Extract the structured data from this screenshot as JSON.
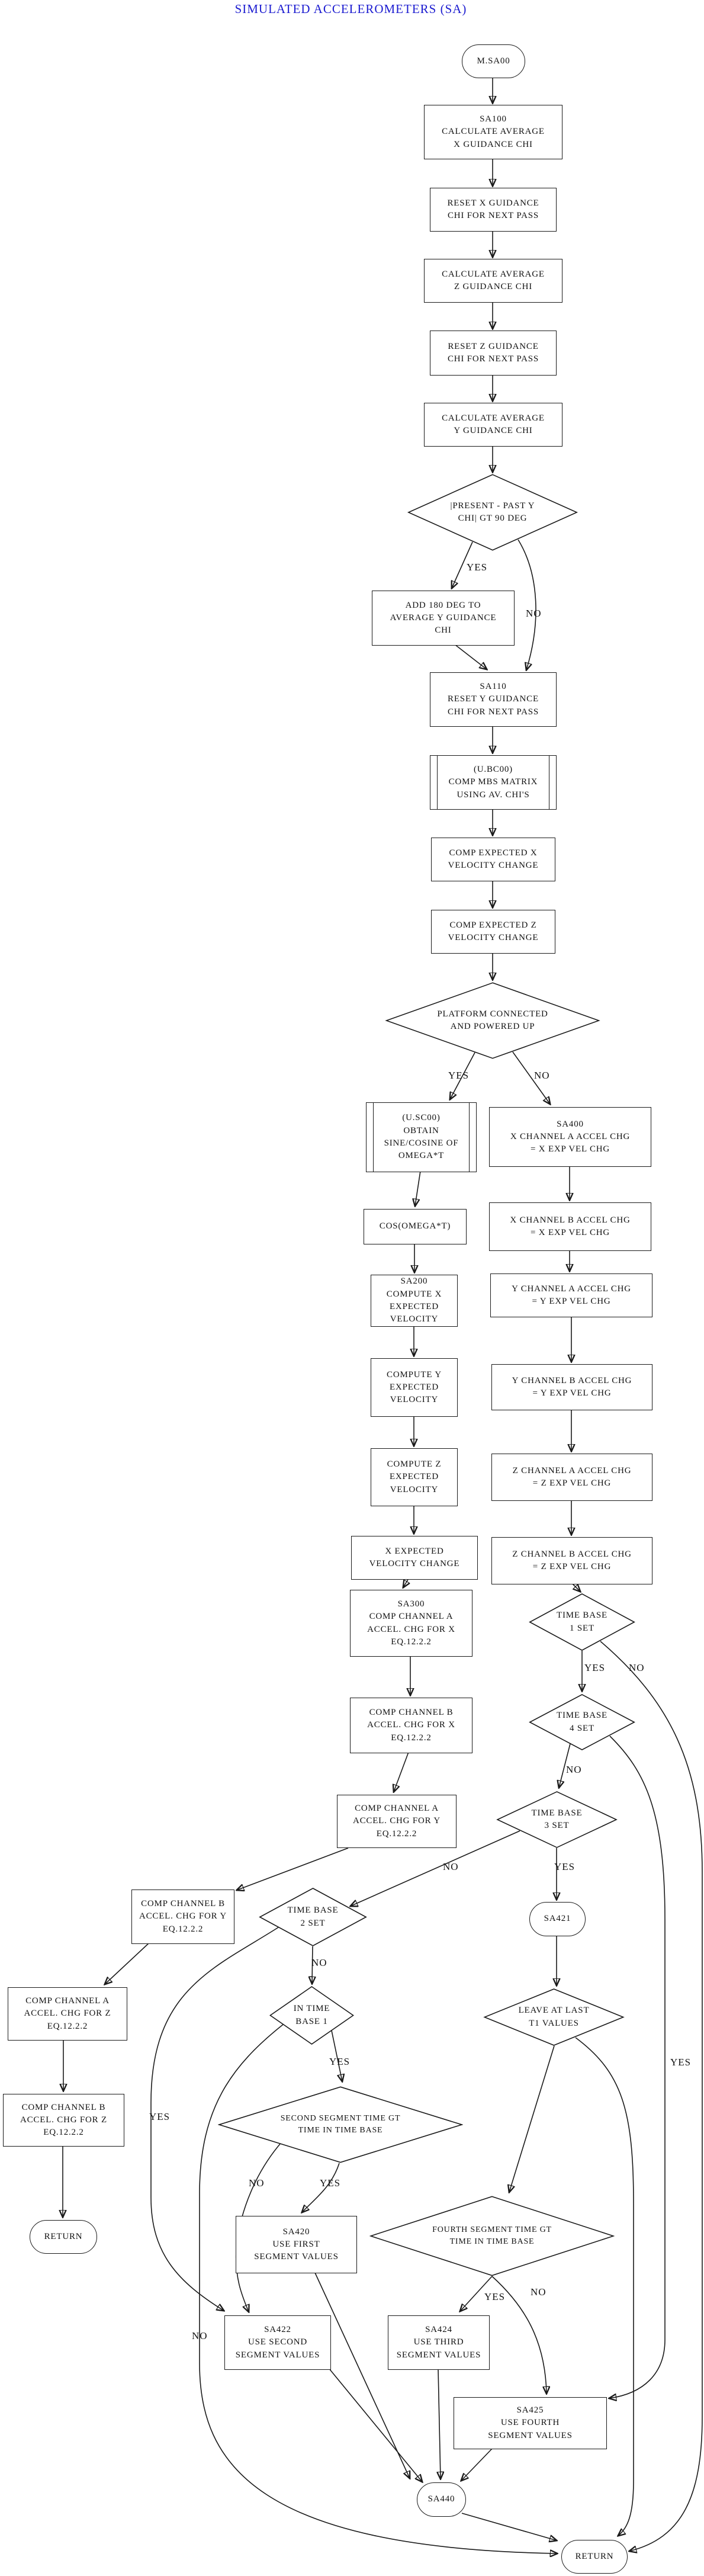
{
  "title": "SIMULATED ACCELEROMETERS (SA)",
  "colors": {
    "title": "#1b1bd0",
    "line": "#1a1a1a",
    "node_fill": "#ffffff"
  },
  "nodes": {
    "msa00": "M.SA00",
    "sa100": "SA100\nCALCULATE AVERAGE\nX GUIDANCE CHI",
    "reset_x": "RESET X GUIDANCE\nCHI FOR NEXT PASS",
    "calc_z": "CALCULATE AVERAGE\nZ GUIDANCE CHI",
    "reset_z": "RESET Z GUIDANCE\nCHI FOR NEXT PASS",
    "calc_y": "CALCULATE AVERAGE\nY GUIDANCE CHI",
    "present_past": "|PRESENT - PAST Y\nCHI| GT 90 DEG",
    "add_180": "ADD 180 DEG TO\nAVERAGE Y GUIDANCE\nCHI",
    "sa110": "SA110\nRESET Y GUIDANCE\nCHI FOR NEXT PASS",
    "ubc00": "(U.BC00)\nCOMP MBS MATRIX\nUSING AV. CHI'S",
    "comp_exp_x": "COMP EXPECTED X\nVELOCITY CHANGE",
    "comp_exp_z": "COMP EXPECTED Z\nVELOCITY CHANGE",
    "platform": "PLATFORM CONNECTED\nAND POWERED UP",
    "usc00": "(U.SC00)\nOBTAIN\nSINE/COSINE OF\nOMEGA*T",
    "cos_omega": "COS(OMEGA*T)",
    "sa200": "SA200\nCOMPUTE X\nEXPECTED\nVELOCITY",
    "comp_y": "COMPUTE Y\nEXPECTED\nVELOCITY",
    "comp_z": "COMPUTE Z\nEXPECTED\nVELOCITY",
    "x_exp": "X EXPECTED\nVELOCITY CHANGE",
    "sa300": "SA300\nCOMP CHANNEL A\nACCEL. CHG FOR X\nEQ.12.2.2",
    "comp_b_x": "COMP CHANNEL B\nACCEL. CHG FOR X\nEQ.12.2.2",
    "comp_a_y": "COMP CHANNEL A\nACCEL. CHG FOR Y\nEQ.12.2.2",
    "comp_b_y": "COMP CHANNEL B\nACCEL. CHG FOR Y\nEQ.12.2.2",
    "comp_a_z": "COMP CHANNEL A\nACCEL. CHG FOR Z\nEQ.12.2.2",
    "comp_b_z": "COMP CHANNEL B\nACCEL. CHG FOR Z\nEQ.12.2.2",
    "return_left": "RETURN",
    "sa400": "SA400\nX CHANNEL A ACCEL CHG\n= X EXP VEL CHG",
    "x_ch_b": "X CHANNEL B ACCEL CHG\n= X EXP VEL CHG",
    "y_ch_a": "Y CHANNEL A ACCEL CHG\n= Y EXP VEL CHG",
    "y_ch_b": "Y CHANNEL B ACCEL CHG\n= Y EXP VEL CHG",
    "z_ch_a": "Z CHANNEL A ACCEL CHG\n= Z EXP VEL CHG",
    "z_ch_b": "Z CHANNEL B ACCEL CHG\n= Z EXP VEL CHG",
    "tb1": "TIME BASE\n1 SET",
    "tb4": "TIME BASE\n4 SET",
    "tb3": "TIME BASE\n3 SET",
    "sa421": "SA421",
    "leave": "LEAVE AT LAST\nT1 VALUES",
    "tb2": "TIME BASE\n2 SET",
    "itb1": "IN TIME\nBASE 1",
    "second_seg": "SECOND SEGMENT TIME GT\nTIME IN TIME BASE",
    "sa420": "SA420\nUSE FIRST\nSEGMENT VALUES",
    "fourth_seg": "FOURTH SEGMENT TIME GT\nTIME IN TIME BASE",
    "sa422": "SA422\nUSE SECOND\nSEGMENT VALUES",
    "sa424": "SA424\nUSE THIRD\nSEGMENT VALUES",
    "sa425": "SA425\nUSE FOURTH\nSEGMENT VALUES",
    "sa440": "SA440",
    "return_bottom": "RETURN"
  },
  "labels": {
    "yes_present": "YES",
    "no_present": "NO",
    "yes_platform": "YES",
    "no_platform": "NO",
    "yes_tb1": "YES",
    "no_tb1": "NO",
    "no_tb4": "NO",
    "yes_tb4": "YES",
    "no_tb3": "NO",
    "yes_tb3": "YES",
    "no_tb2": "NO",
    "yes_tb2": "YES",
    "yes_itb1": "YES",
    "no_itb1": "NO",
    "no_second": "NO",
    "yes_second": "YES",
    "yes_fourth": "YES",
    "no_fourth": "NO"
  }
}
